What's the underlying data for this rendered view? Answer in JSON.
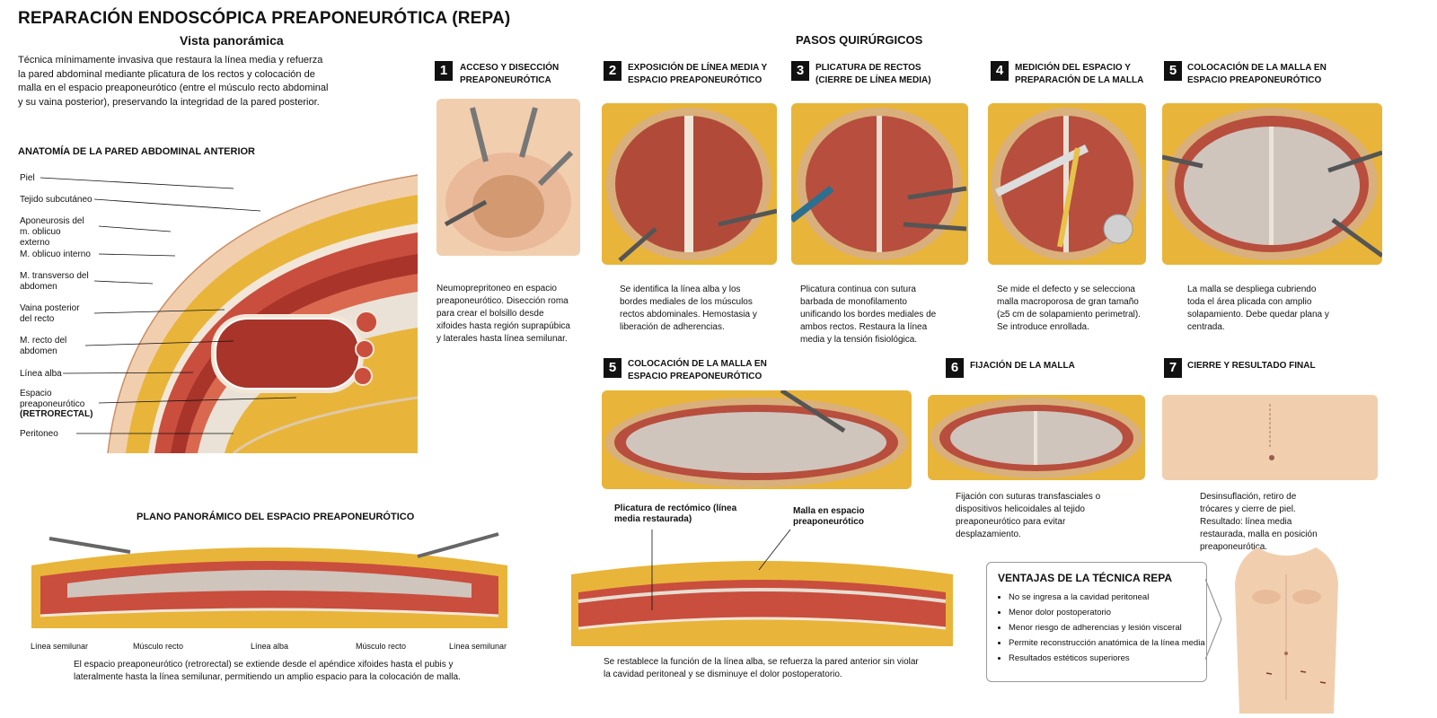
{
  "header": {
    "title": "REPARACIÓN ENDOSCÓPICA PREAPONEURÓTICA (REPA)",
    "subtitle": "Vista panorámica",
    "intro": "Técnica mínimamente invasiva que restaura la línea media y refuerza la pared abdominal mediante plicatura de los rectos y colocación de malla en el espacio preaponeurótico (entre el músculo recto abdominal y su vaina posterior), preservando la integridad de la pared posterior."
  },
  "anatomy": {
    "heading": "ANATOMÍA DE LA PARED ABDOMINAL ANTERIOR",
    "labels": [
      "Piel",
      "Tejido subcutáneo",
      "Aponeurosis del m. oblicuo externo",
      "M. oblicuo interno",
      "M. transverso del abdomen",
      "Vaina posterior del recto",
      "M. recto del abdomen",
      "Línea alba",
      "Espacio preaponeurótico",
      "(RETRORECTAL)",
      "Peritoneo"
    ]
  },
  "steps_heading": "PASOS QUIRÚRGICOS",
  "steps": [
    {
      "num": "1",
      "title": "ACCESO Y DISECCIÓN PREAPONEURÓTICA",
      "desc": "Neumoprepritoneo en espacio preaponeurótico. Disección roma para crear el bolsillo desde xifoides hasta región suprapúbica y laterales hasta línea semilunar."
    },
    {
      "num": "2",
      "title": "EXPOSICIÓN DE LÍNEA MEDIA Y ESPACIO PREAPONEURÓTICO",
      "desc": "Se identifica la línea alba y los bordes mediales de los músculos rectos abdominales. Hemostasia y liberación de adherencias."
    },
    {
      "num": "3",
      "title": "PLICATURA DE RECTOS (CIERRE DE LÍNEA MEDIA)",
      "desc": "Plicatura continua con sutura barbada de monofilamento unificando los bordes mediales de ambos rectos. Restaura la línea media y la tensión fisiológica."
    },
    {
      "num": "4",
      "title": "MEDICIÓN DEL ESPACIO Y PREPARACIÓN DE LA MALLA",
      "desc": "Se mide el defecto y se selecciona malla macroporosa de gran tamaño (≥5 cm de solapamiento perimetral). Se introduce enrollada."
    },
    {
      "num": "5",
      "title": "COLOCACIÓN DE LA MALLA EN ESPACIO PREAPONEURÓTICO",
      "desc": "La malla se despliega cubriendo toda el área plicada con amplio solapamiento. Debe quedar plana y centrada."
    },
    {
      "num": "5",
      "title": "COLOCACIÓN DE LA MALLA EN ESPACIO PREAPONEURÓTICO",
      "desc": ""
    },
    {
      "num": "6",
      "title": "FIJACIÓN DE LA MALLA",
      "desc": "Fijación con suturas transfasciales o dispositivos helicoidales al tejido preaponeurótico para evitar desplazamiento."
    },
    {
      "num": "7",
      "title": "CIERRE Y RESULTADO FINAL",
      "desc": "Desinsuflación, retiro de trócares y cierre de piel. Resultado: línea media restaurada, malla en posición preaponeurótica."
    }
  ],
  "panoramic": {
    "heading": "PLANO PANORÁMICO DEL ESPACIO PREAPONEURÓTICO",
    "labels": [
      "Línea semilunar",
      "Músculo recto",
      "Línea alba",
      "Músculo recto",
      "Línea semilunar"
    ],
    "caption": "El espacio preaponeurótico (retrorectal) se extiende desde el apéndice xifoides hasta el pubis y lateralmente hasta la línea semilunar, permitiendo un amplio espacio para la colocación de malla."
  },
  "cross_section": {
    "label_left": "Plicatura de rectómico (línea media restaurada)",
    "label_right": "Malla en espacio preaponeurótico",
    "caption": "Se restablece la función de la línea alba, se refuerza la pared anterior sin violar la cavidad peritoneal y se disminuye el dolor postoperatorio."
  },
  "advantages": {
    "heading": "VENTAJAS DE LA TÉCNICA REPA",
    "items": [
      "No se ingresa a la cavidad peritoneal",
      "Menor dolor postoperatorio",
      "Menor riesgo de adherencias y lesión visceral",
      "Permite reconstrucción anatómica de la línea media",
      "Resultados estéticos superiores"
    ]
  },
  "colors": {
    "muscle": "#b03a2e",
    "fat": "#e8b53a",
    "skin": "#f1cfae",
    "mesh": "#d7d7d7",
    "fascia": "#f2e6d8"
  }
}
